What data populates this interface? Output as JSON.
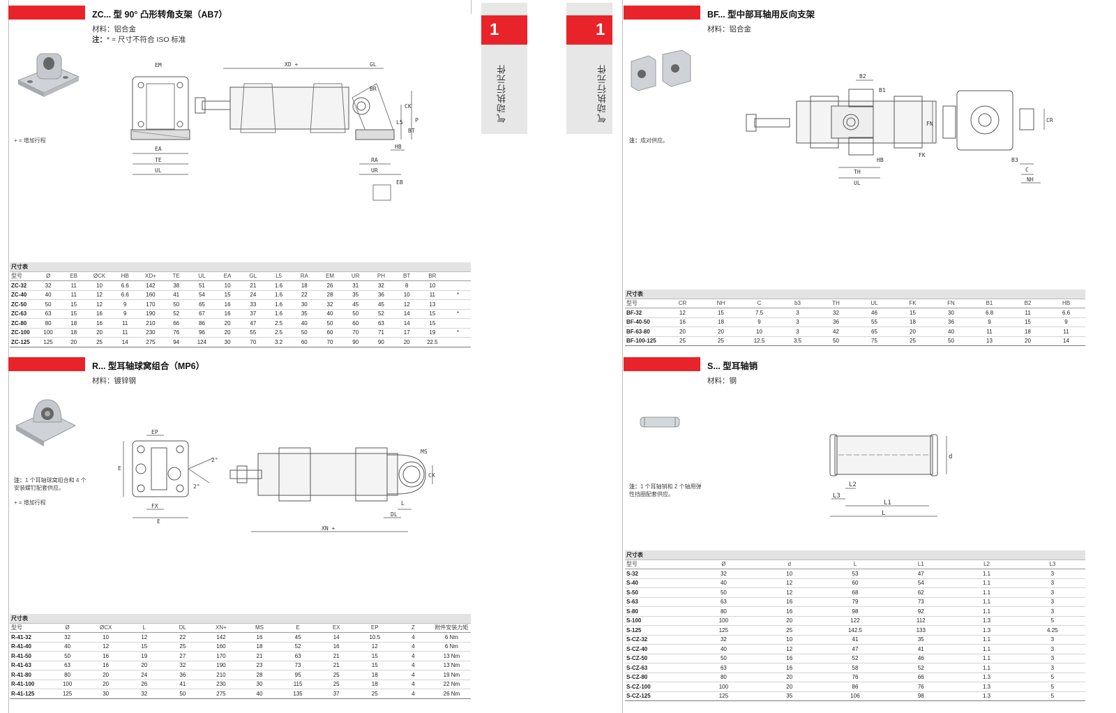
{
  "side_tab": {
    "number": "1",
    "label": "气动执行元件"
  },
  "zc": {
    "title": "ZC... 型 90° 凸形转角支架（AB7）",
    "material_label": "材料：",
    "material": "铝合金",
    "note_label": "注：",
    "note": "* = 尺寸不符合 ISO 标准",
    "stroke_note": "+ = 增加行程",
    "dims": [
      "EM",
      "XD +",
      "GL",
      "BR",
      "CK",
      "L5",
      "BT",
      "PH",
      "HB",
      "EA",
      "TE",
      "UL",
      "RA",
      "UR",
      "EB"
    ],
    "table": {
      "caption": "尺寸表",
      "headers": [
        "型号",
        "Ø",
        "EB",
        "ØCK",
        "HB",
        "XD+",
        "TE",
        "UL",
        "EA",
        "GL",
        "L5",
        "RA",
        "EM",
        "UR",
        "PH",
        "BT",
        "BR"
      ],
      "rows": [
        {
          "c": [
            "ZC-32",
            "32",
            "11",
            "10",
            "6.6",
            "142",
            "38",
            "51",
            "10",
            "21",
            "1.6",
            "18",
            "26",
            "31",
            "32",
            "8",
            "10"
          ],
          "star": ""
        },
        {
          "c": [
            "ZC-40",
            "40",
            "11",
            "12",
            "6.6",
            "160",
            "41",
            "54",
            "15",
            "24",
            "1.6",
            "22",
            "28",
            "35",
            "36",
            "10",
            "11"
          ],
          "star": "*"
        },
        {
          "c": [
            "ZC-50",
            "50",
            "15",
            "12",
            "9",
            "170",
            "50",
            "65",
            "16",
            "33",
            "1.6",
            "30",
            "32",
            "45",
            "45",
            "12",
            "13"
          ],
          "star": ""
        },
        {
          "c": [
            "ZC-63",
            "63",
            "15",
            "16",
            "9",
            "190",
            "52",
            "67",
            "16",
            "37",
            "1.6",
            "35",
            "40",
            "50",
            "52",
            "14",
            "15"
          ],
          "star": "*"
        },
        {
          "c": [
            "ZC-80",
            "80",
            "18",
            "16",
            "11",
            "210",
            "66",
            "86",
            "20",
            "47",
            "2.5",
            "40",
            "50",
            "60",
            "63",
            "14",
            "15"
          ],
          "star": ""
        },
        {
          "c": [
            "ZC-100",
            "100",
            "18",
            "20",
            "11",
            "230",
            "76",
            "96",
            "20",
            "55",
            "2.5",
            "50",
            "60",
            "70",
            "71",
            "17",
            "19"
          ],
          "star": "*"
        },
        {
          "c": [
            "ZC-125",
            "125",
            "20",
            "25",
            "14",
            "275",
            "94",
            "124",
            "30",
            "70",
            "3.2",
            "60",
            "70",
            "90",
            "90",
            "20",
            "22.5"
          ],
          "star": ""
        }
      ]
    }
  },
  "r": {
    "title": "R... 型耳轴球窝组合（MP6）",
    "material_label": "材料：",
    "material": "镀锌钢",
    "note_label": "注：",
    "note": "1 个耳轴球窝组合和 4 个安装螺钉配套供应。",
    "stroke_note": "+ = 增加行程",
    "dims": [
      "EP",
      "E",
      "FX",
      "E",
      "2°",
      "2°",
      "MS",
      "CX",
      "L",
      "DL",
      "XN +"
    ],
    "table": {
      "caption": "尺寸表",
      "headers": [
        "型号",
        "Ø",
        "ØCX",
        "L",
        "DL",
        "XN+",
        "MS",
        "E",
        "EX",
        "EP",
        "Z",
        "附件安装力矩"
      ],
      "rows": [
        [
          "R-41-32",
          "32",
          "10",
          "12",
          "22",
          "142",
          "16",
          "45",
          "14",
          "10.5",
          "4",
          "6 Nm"
        ],
        [
          "R-41-40",
          "40",
          "12",
          "15",
          "25",
          "160",
          "18",
          "52",
          "16",
          "12",
          "4",
          "6 Nm"
        ],
        [
          "R-41-50",
          "50",
          "16",
          "19",
          "27",
          "170",
          "21",
          "63",
          "21",
          "15",
          "4",
          "13 Nm"
        ],
        [
          "R-41-63",
          "63",
          "16",
          "20",
          "32",
          "190",
          "23",
          "73",
          "21",
          "15",
          "4",
          "13 Nm"
        ],
        [
          "R-41-80",
          "80",
          "20",
          "24",
          "36",
          "210",
          "28",
          "95",
          "25",
          "18",
          "4",
          "19 Nm"
        ],
        [
          "R-41-100",
          "100",
          "20",
          "26",
          "41",
          "230",
          "30",
          "115",
          "25",
          "18",
          "4",
          "22 Nm"
        ],
        [
          "R-41-125",
          "125",
          "30",
          "32",
          "50",
          "275",
          "40",
          "135",
          "37",
          "25",
          "4",
          "26 Nm"
        ]
      ]
    }
  },
  "bf": {
    "title": "BF... 型中部耳轴用反向支架",
    "material_label": "材料：",
    "material": "铝合金",
    "note_label": "注：",
    "note": "成对供应。",
    "dims": [
      "B2",
      "B1",
      "FN",
      "FK",
      "TH",
      "HB",
      "UL",
      "CR",
      "B3",
      "C",
      "NH"
    ],
    "table": {
      "caption": "尺寸表",
      "headers": [
        "型号",
        "CR",
        "NH",
        "C",
        "b3",
        "TH",
        "UL",
        "FK",
        "FN",
        "B1",
        "B2",
        "HB"
      ],
      "rows": [
        [
          "BF-32",
          "12",
          "15",
          "7.5",
          "3",
          "32",
          "46",
          "15",
          "30",
          "6.8",
          "11",
          "6.6"
        ],
        [
          "BF-40-50",
          "16",
          "18",
          "9",
          "3",
          "36",
          "55",
          "18",
          "36",
          "9",
          "15",
          "9"
        ],
        [
          "BF-63-80",
          "20",
          "20",
          "10",
          "3",
          "42",
          "65",
          "20",
          "40",
          "11",
          "18",
          "11"
        ],
        [
          "BF-100-125",
          "25",
          "25",
          "12.5",
          "3.5",
          "50",
          "75",
          "25",
          "50",
          "13",
          "20",
          "14"
        ]
      ]
    }
  },
  "s": {
    "title": "S... 型耳轴销",
    "material_label": "材料：",
    "material": "钢",
    "note_label": "注：",
    "note": "1 个耳轴销和 2 个轴用弹性挡圈配套供应。",
    "dims": [
      "d",
      "L2",
      "L3",
      "L1",
      "L"
    ],
    "table": {
      "caption": "尺寸表",
      "headers": [
        "型号",
        "Ø",
        "d",
        "L",
        "L1",
        "L2",
        "L3"
      ],
      "rows": [
        [
          "S-32",
          "32",
          "10",
          "53",
          "47",
          "1.1",
          "3"
        ],
        [
          "S-40",
          "40",
          "12",
          "60",
          "54",
          "1.1",
          "3"
        ],
        [
          "S-50",
          "50",
          "12",
          "68",
          "62",
          "1.1",
          "3"
        ],
        [
          "S-63",
          "63",
          "16",
          "79",
          "73",
          "1.1",
          "3"
        ],
        [
          "S-80",
          "80",
          "16",
          "98",
          "92",
          "1.1",
          "3"
        ],
        [
          "S-100",
          "100",
          "20",
          "122",
          "112",
          "1.3",
          "5"
        ],
        [
          "S-125",
          "125",
          "25",
          "142.5",
          "133",
          "1.3",
          "4.25"
        ],
        [
          "S-CZ-32",
          "32",
          "10",
          "41",
          "35",
          "1.1",
          "3"
        ],
        [
          "S-CZ-40",
          "40",
          "12",
          "47",
          "41",
          "1.1",
          "3"
        ],
        [
          "S-CZ-50",
          "50",
          "16",
          "52",
          "46",
          "1.1",
          "3"
        ],
        [
          "S-CZ-63",
          "63",
          "16",
          "58",
          "52",
          "1.1",
          "3"
        ],
        [
          "S-CZ-80",
          "80",
          "20",
          "76",
          "66",
          "1.3",
          "5"
        ],
        [
          "S-CZ-100",
          "100",
          "20",
          "86",
          "76",
          "1.3",
          "5"
        ],
        [
          "S-CZ-125",
          "125",
          "35",
          "106",
          "98",
          "1.3",
          "5"
        ]
      ]
    }
  }
}
